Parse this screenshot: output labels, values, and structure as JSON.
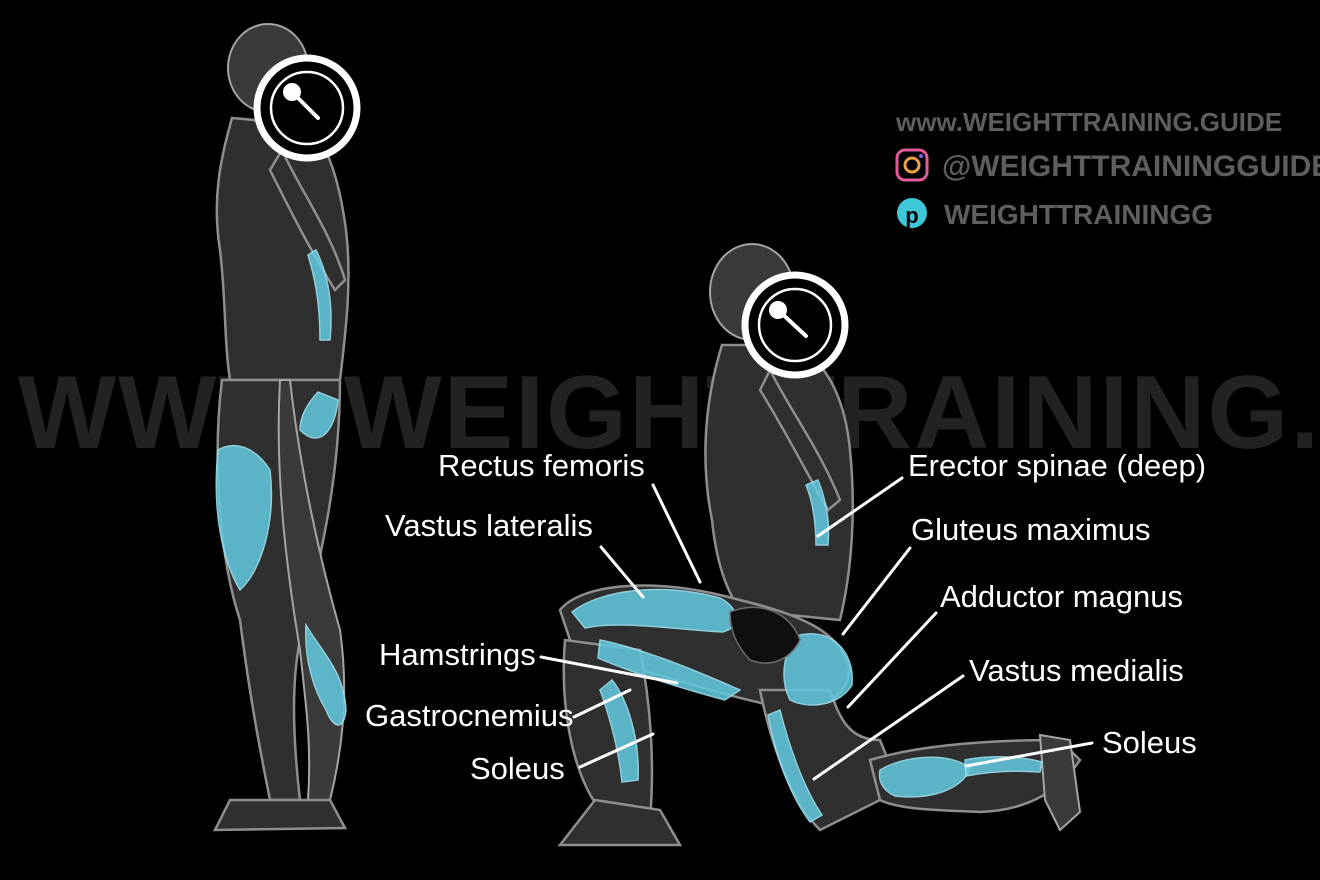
{
  "watermark": "WWW.WEIGHTTRAINING.GUIDE",
  "brand": {
    "website": "www.WEIGHTTRAINING.GUIDE",
    "instagram": "@WEIGHTTRAININGGUIDE",
    "pinterest": "WEIGHTTRAININGG",
    "instagram_icon": "instagram-icon",
    "pinterest_icon": "pinterest-icon",
    "accent": "#62c6dd"
  },
  "labels_left": [
    "Rectus femoris",
    "Vastus lateralis",
    "Hamstrings",
    "Gastrocnemius",
    "Soleus"
  ],
  "labels_right": [
    "Erector spinae (deep)",
    "Gluteus maximus",
    "Adductor magnus",
    "Vastus medialis",
    "Soleus"
  ]
}
